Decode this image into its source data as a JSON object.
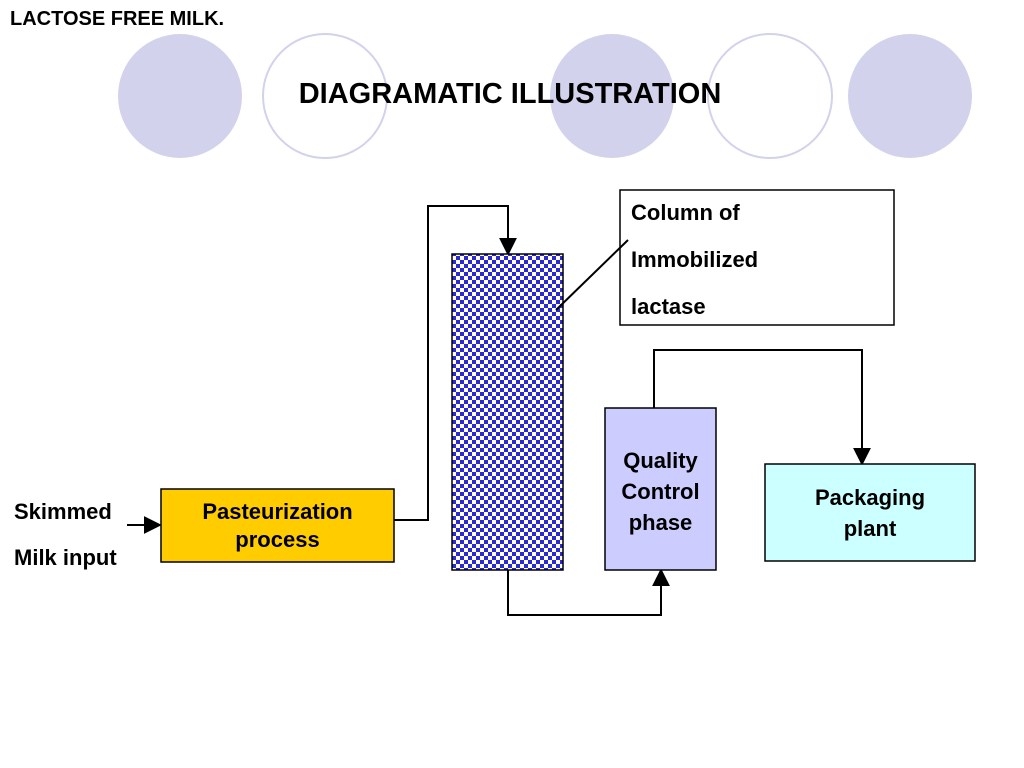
{
  "header": {
    "corner_title": "LACTOSE FREE MILK.",
    "main_title": "DIAGRAMATIC ILLUSTRATION"
  },
  "input_label": {
    "line1": "Skimmed",
    "line2": "Milk input"
  },
  "pasteurization": {
    "line1": "Pasteurization",
    "line2": "process",
    "fill": "#ffcc00"
  },
  "column": {
    "callout": [
      "Column of",
      "Immobilized",
      "lactase"
    ],
    "pattern_color": "#2a2ad0"
  },
  "quality_control": {
    "line1": "Quality",
    "line2": "Control",
    "line3": "phase",
    "fill": "#ccccff"
  },
  "packaging": {
    "line1": "Packaging",
    "line2": "plant",
    "fill": "#ccffff"
  },
  "theme": {
    "circle_fill": "#d2d2ec",
    "circle_ring": "#d2d2ec"
  }
}
